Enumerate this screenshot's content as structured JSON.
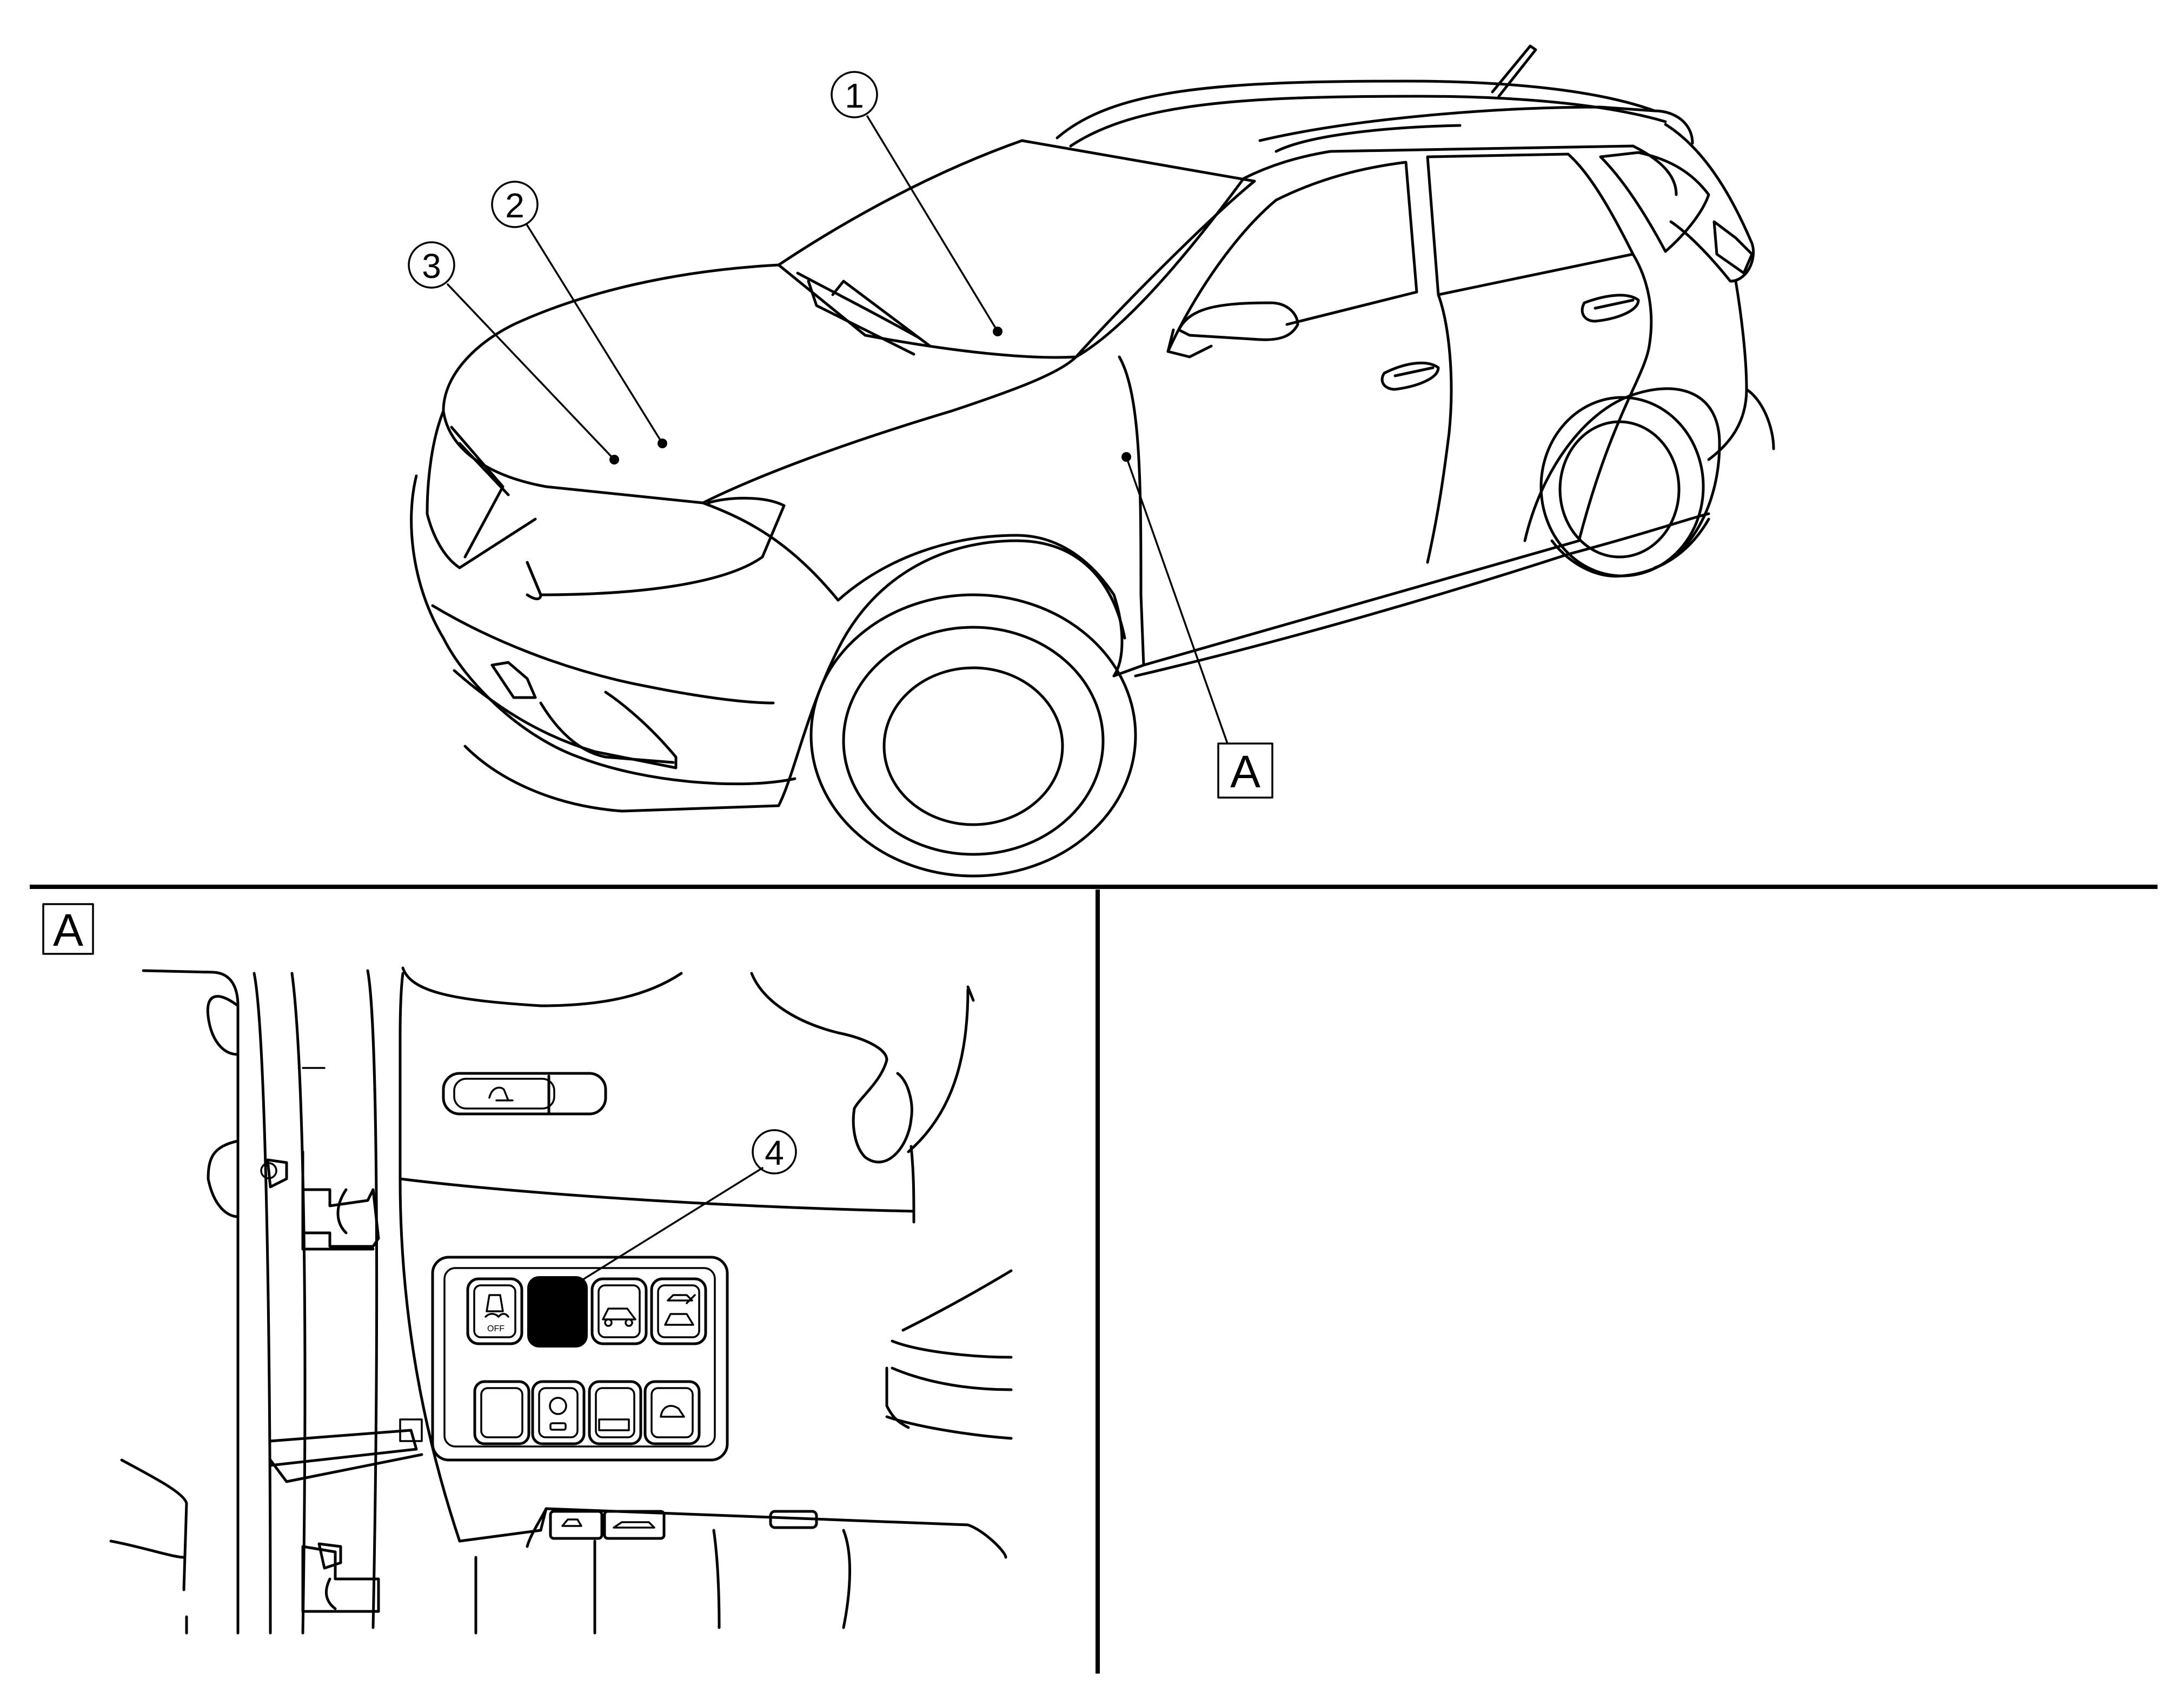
{
  "callouts": {
    "c1": "1",
    "c2": "2",
    "c3": "3",
    "c4": "4"
  },
  "detail_labels": {
    "top_marker": "A",
    "inset_marker": "A"
  },
  "switch_labels": {
    "vdc_off": "OFF"
  }
}
